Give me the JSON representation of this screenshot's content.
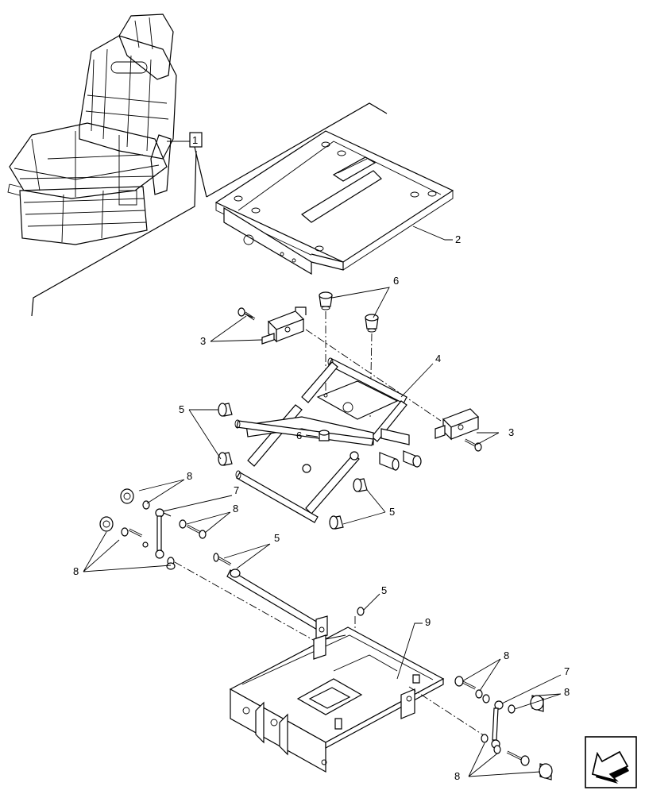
{
  "callouts": {
    "ref_box": "1",
    "c2": "2",
    "c3a": "3",
    "c3b": "3",
    "c4": "4",
    "c5a": "5",
    "c5b": "5",
    "c5c": "5",
    "c5d": "5",
    "c6a": "6",
    "c6b": "6",
    "c7a": "7",
    "c7b": "7",
    "c8a": "8",
    "c8b": "8",
    "c8c": "8",
    "c8d": "8",
    "c8e": "8",
    "c8f": "8",
    "c9": "9"
  },
  "icons": {
    "nav": "back-arrow-icon",
    "seat": "seat-illustration-icon"
  }
}
